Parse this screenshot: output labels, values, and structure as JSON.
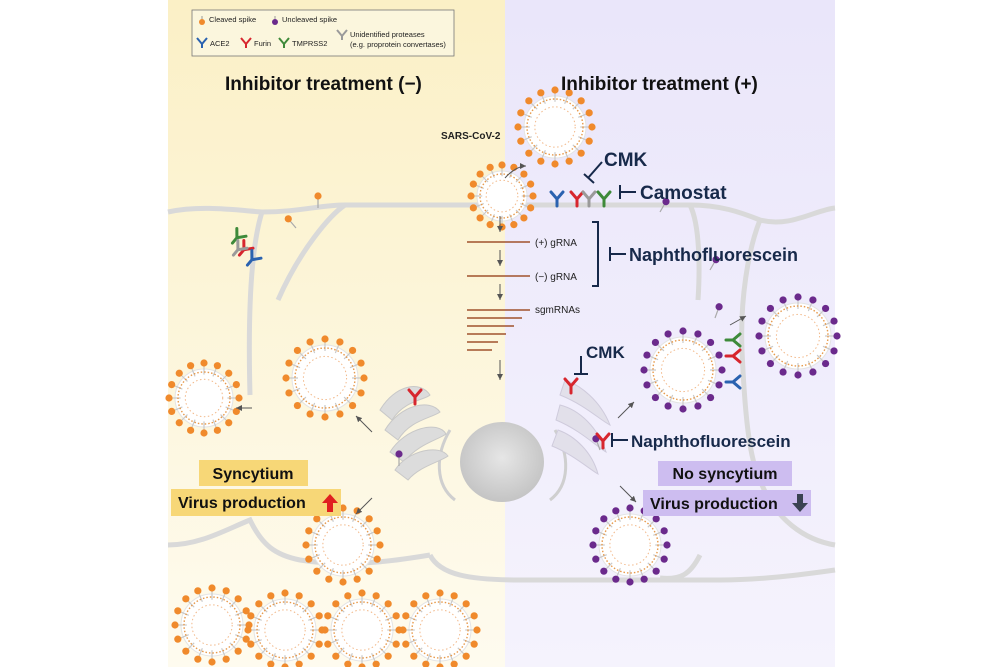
{
  "legend": {
    "cleaved_spike": "Cleaved spike",
    "uncleaved_spike": "Uncleaved spike",
    "ace2": "ACE2",
    "furin": "Furin",
    "tmprss2": "TMPRSS2",
    "unidentified_line1": "Unidentified proteases",
    "unidentified_line2": "(e.g. proprotein convertases)"
  },
  "panels": {
    "left_title": "Inhibitor treatment (−)",
    "right_title": "Inhibitor treatment (+)"
  },
  "labels": {
    "virus": "SARS-CoV-2",
    "cmk_top": "CMK",
    "camostat": "Camostat",
    "naphtho_top": "Naphthofluorescein",
    "plus_grna": "(+) gRNA",
    "minus_grna": "(−) gRNA",
    "sgmrnas": "sgmRNAs",
    "cmk_mid": "CMK",
    "naphtho_mid": "Naphthofluorescein"
  },
  "outcomes": {
    "left_syncytium": "Syncytium",
    "left_production": "Virus production",
    "right_syncytium": "No syncytium",
    "right_production": "Virus production"
  },
  "colors": {
    "left_bg": "#fcf4d6",
    "right_bg": "#eeeafb",
    "cleaved_spike": "#f08a2c",
    "uncleaved_spike": "#6b2a8c",
    "ace2": "#2a62b0",
    "furin": "#d7262e",
    "tmprss2": "#3e8a3a",
    "unidentified": "#9a9a9a",
    "label_navy": "#17294a",
    "left_box": "#f7d777",
    "right_box": "#cdbdf0",
    "arrow_up": "#e02020",
    "arrow_down": "#3a4252"
  }
}
